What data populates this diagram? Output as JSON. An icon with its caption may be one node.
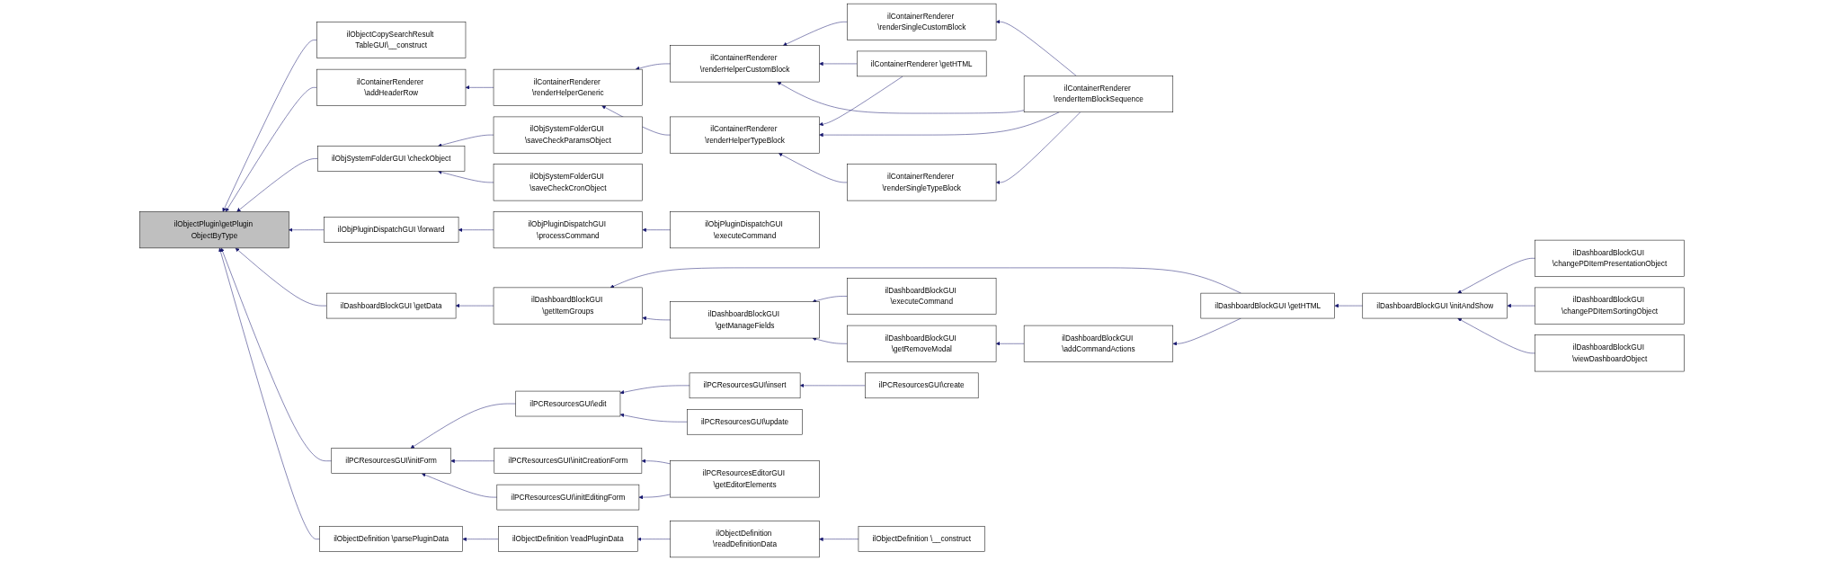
{
  "diagram": {
    "nodes": [
      {
        "text": [
          "ilObjectPlugin\\getPlugin ObjectByType"
        ]
      },
      {
        "text": [
          "ilObjectCopySearchResult TableGUI\\__construct"
        ]
      },
      {
        "text": [
          "ilContainerRenderer \\addHeaderRow"
        ]
      },
      {
        "text": [
          "ilObjSystemFolderGUI \\checkObject"
        ]
      },
      {
        "text": [
          "ilObjPluginDispatchGUI \\forward"
        ]
      },
      {
        "text": [
          "ilDashboardBlockGUI \\getData"
        ]
      },
      {
        "text": [
          "ilPCResourcesGUI\\initForm"
        ]
      },
      {
        "text": [
          "ilObjectDefinition \\parsePluginData"
        ]
      },
      {
        "text": [
          "ilContainerRenderer \\renderHelperGeneric"
        ]
      },
      {
        "text": [
          "ilObjSystemFolderGUI \\saveCheckParamsObject"
        ]
      },
      {
        "text": [
          "ilObjSystemFolderGUI \\saveCheckCronObject"
        ]
      },
      {
        "text": [
          "ilObjPluginDispatchGUI \\processCommand"
        ]
      },
      {
        "text": [
          "ilDashboardBlockGUI \\getItemGroups"
        ]
      },
      {
        "text": [
          "ilPCResourcesGUI\\edit"
        ]
      },
      {
        "text": [
          "ilPCResourcesGUI\\initCreationForm"
        ]
      },
      {
        "text": [
          "ilPCResourcesGUI\\initEditingForm"
        ]
      },
      {
        "text": [
          "ilObjectDefinition \\readPluginData"
        ]
      },
      {
        "text": [
          "ilContainerRenderer \\renderHelperCustomBlock"
        ]
      },
      {
        "text": [
          "ilContainerRenderer \\renderHelperTypeBlock"
        ]
      },
      {
        "text": [
          "ilObjPluginDispatchGUI \\executeCommand"
        ]
      },
      {
        "text": [
          "ilDashboardBlockGUI \\getManageFields"
        ]
      },
      {
        "text": [
          "ilPCResourcesGUI\\insert"
        ]
      },
      {
        "text": [
          "ilPCResourcesGUI\\update"
        ]
      },
      {
        "text": [
          "ilPCResourcesEditorGUI \\getEditorElements"
        ]
      },
      {
        "text": [
          "ilObjectDefinition \\readDefinitionData"
        ]
      },
      {
        "text": [
          "ilContainerRenderer \\renderSingleCustomBlock"
        ]
      },
      {
        "text": [
          "ilContainerRenderer \\getHTML"
        ]
      },
      {
        "text": [
          "ilContainerRenderer \\renderSingleTypeBlock"
        ]
      },
      {
        "text": [
          "ilDashboardBlockGUI \\executeCommand"
        ]
      },
      {
        "text": [
          "ilDashboardBlockGUI \\getRemoveModal"
        ]
      },
      {
        "text": [
          "ilPCResourcesGUI\\create"
        ]
      },
      {
        "text": [
          "ilObjectDefinition \\__construct"
        ]
      },
      {
        "text": [
          "ilContainerRenderer \\renderItemBlockSequence"
        ]
      },
      {
        "text": [
          "ilDashboardBlockGUI \\addCommandActions"
        ]
      },
      {
        "text": [
          "ilDashboardBlockGUI \\getHTML"
        ]
      },
      {
        "text": [
          "ilDashboardBlockGUI \\initAndShow"
        ]
      },
      {
        "text": [
          "ilDashboardBlockGUI \\changePDItemPresentationObject"
        ]
      },
      {
        "text": [
          "ilDashboardBlockGUI \\changePDItemSortingObject"
        ]
      },
      {
        "text": [
          "ilDashboardBlockGUI \\viewDashboardObject"
        ]
      }
    ],
    "edges": [
      {
        "from": 1,
        "to": 0,
        "arrow": "to"
      },
      {
        "from": 2,
        "to": 0,
        "arrow": "to"
      },
      {
        "from": 3,
        "to": 0,
        "arrow": "to"
      },
      {
        "from": 4,
        "to": 0,
        "arrow": "to"
      },
      {
        "from": 5,
        "to": 0,
        "arrow": "to"
      },
      {
        "from": 6,
        "to": 0,
        "arrow": "to"
      },
      {
        "from": 7,
        "to": 0,
        "arrow": "to"
      },
      {
        "from": 8,
        "to": 2,
        "arrow": "to"
      },
      {
        "from": 9,
        "to": 3,
        "arrow": "to"
      },
      {
        "from": 10,
        "to": 3,
        "arrow": "to"
      },
      {
        "from": 11,
        "to": 4,
        "arrow": "to"
      },
      {
        "from": 12,
        "to": 5,
        "arrow": "to"
      },
      {
        "from": 13,
        "to": 6,
        "arrow": "to"
      },
      {
        "from": 14,
        "to": 6,
        "arrow": "to"
      },
      {
        "from": 15,
        "to": 6,
        "arrow": "to"
      },
      {
        "from": 16,
        "to": 7,
        "arrow": "to"
      },
      {
        "from": 17,
        "to": 8,
        "arrow": "to"
      },
      {
        "from": 18,
        "to": 8,
        "arrow": "to"
      },
      {
        "from": 19,
        "to": 11,
        "arrow": "to"
      },
      {
        "from": 34,
        "to": 12,
        "arrow": "to"
      },
      {
        "from": 20,
        "to": 12,
        "arrow": "to"
      },
      {
        "from": 21,
        "to": 13,
        "arrow": "to"
      },
      {
        "from": 22,
        "to": 13,
        "arrow": "to"
      },
      {
        "from": 23,
        "to": 14,
        "arrow": "to"
      },
      {
        "from": 23,
        "to": 15,
        "arrow": "to"
      },
      {
        "from": 24,
        "to": 16,
        "arrow": "to"
      },
      {
        "from": 25,
        "to": 17,
        "arrow": "to"
      },
      {
        "from": 26,
        "to": 17,
        "arrow": "to"
      },
      {
        "from": 32,
        "to": 17,
        "arrow": "to"
      },
      {
        "from": 26,
        "to": 18,
        "arrow": "to"
      },
      {
        "from": 32,
        "to": 18,
        "arrow": "to"
      },
      {
        "from": 27,
        "to": 18,
        "arrow": "to"
      },
      {
        "from": 28,
        "to": 20,
        "arrow": "to"
      },
      {
        "from": 29,
        "to": 20,
        "arrow": "to"
      },
      {
        "from": 30,
        "to": 21,
        "arrow": "to"
      },
      {
        "from": 31,
        "to": 24,
        "arrow": "to"
      },
      {
        "from": 32,
        "to": 25,
        "arrow": "to"
      },
      {
        "from": 32,
        "to": 27,
        "arrow": "to"
      },
      {
        "from": 33,
        "to": 29,
        "arrow": "to"
      },
      {
        "from": 34,
        "to": 33,
        "arrow": "to"
      },
      {
        "from": 35,
        "to": 34,
        "arrow": "to"
      },
      {
        "from": 36,
        "to": 35,
        "arrow": "to"
      },
      {
        "from": 37,
        "to": 35,
        "arrow": "to"
      },
      {
        "from": 38,
        "to": 35,
        "arrow": "to"
      }
    ]
  }
}
